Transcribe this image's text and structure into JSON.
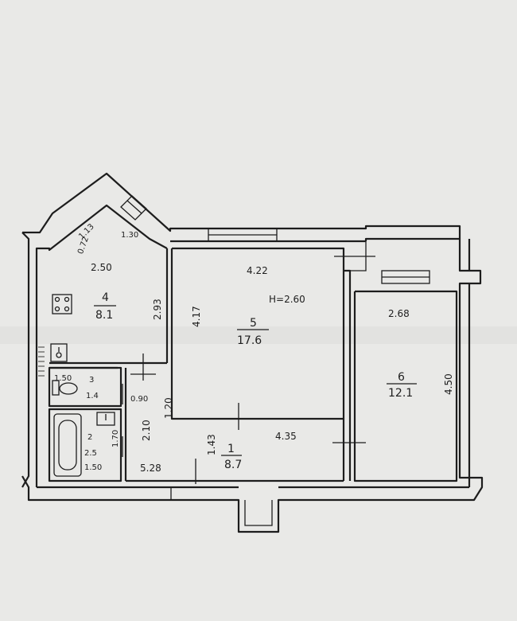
{
  "palette": {
    "paper": "#e9e9e7",
    "ink": "#1d1d1d"
  },
  "rooms": {
    "room1": {
      "number": "1",
      "area": "8.7",
      "dim_a": "5.28",
      "dim_b": "1.43",
      "dim_c": "4.35",
      "dim_d": "2.10",
      "dim_e": "1.20",
      "dim_f": "0.90"
    },
    "room2": {
      "number": "2",
      "area": "2.5",
      "dim_a": "1.50",
      "dim_b": "1.70"
    },
    "room3": {
      "number": "3",
      "area": "1.4",
      "dim_a": "1.50",
      "dim_b": "0.9"
    },
    "room4": {
      "number": "4",
      "area": "8.1",
      "dim_a": "2.50",
      "dim_b": "2.93",
      "dim_c": "1.13",
      "dim_d": "1.30",
      "dim_e": "0.72"
    },
    "room5": {
      "number": "5",
      "area": "17.6",
      "dim_a": "4.22",
      "dim_b": "4.17",
      "height": "H=2.60"
    },
    "room6": {
      "number": "6",
      "area": "12.1",
      "dim_a": "2.68",
      "dim_b": "4.50"
    }
  }
}
